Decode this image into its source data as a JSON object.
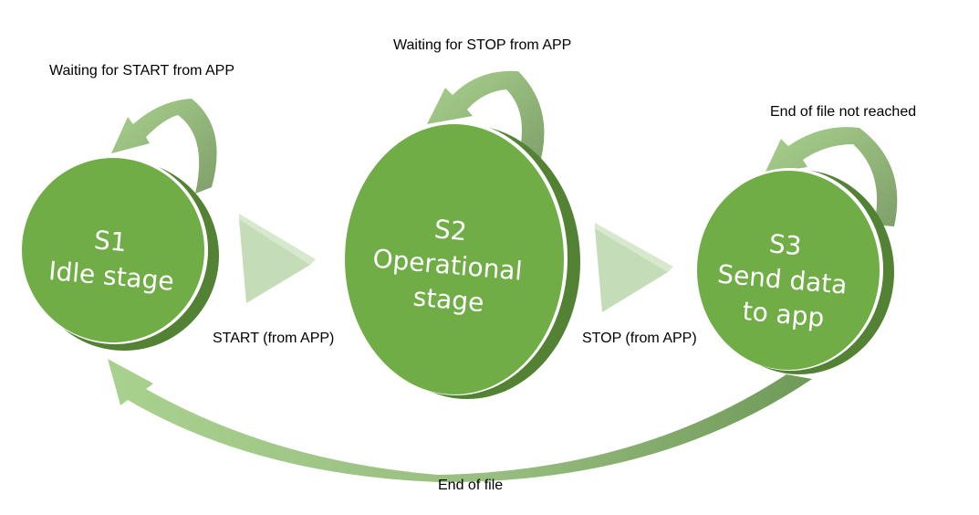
{
  "states": [
    {
      "id": "S1",
      "lines": [
        "S1",
        "Idle stage"
      ]
    },
    {
      "id": "S2",
      "lines": [
        "S2",
        "Operational",
        "stage"
      ]
    },
    {
      "id": "S3",
      "lines": [
        "S3",
        "Send data",
        "to app"
      ]
    }
  ],
  "transitions": {
    "s1_self": "Waiting for START from APP",
    "s2_self": "Waiting for STOP from APP",
    "s3_self": "End of file not reached",
    "s1_to_s2": "START (from APP)",
    "s2_to_s3": "STOP (from APP)",
    "s3_to_s1": "End of file"
  },
  "colors": {
    "state_fill": "#70ad47",
    "state_edge": "#548235",
    "arrow_light": "#a9d18e",
    "arrow_dark": "#7f9f6a",
    "triangle": "#c5dcb8"
  }
}
